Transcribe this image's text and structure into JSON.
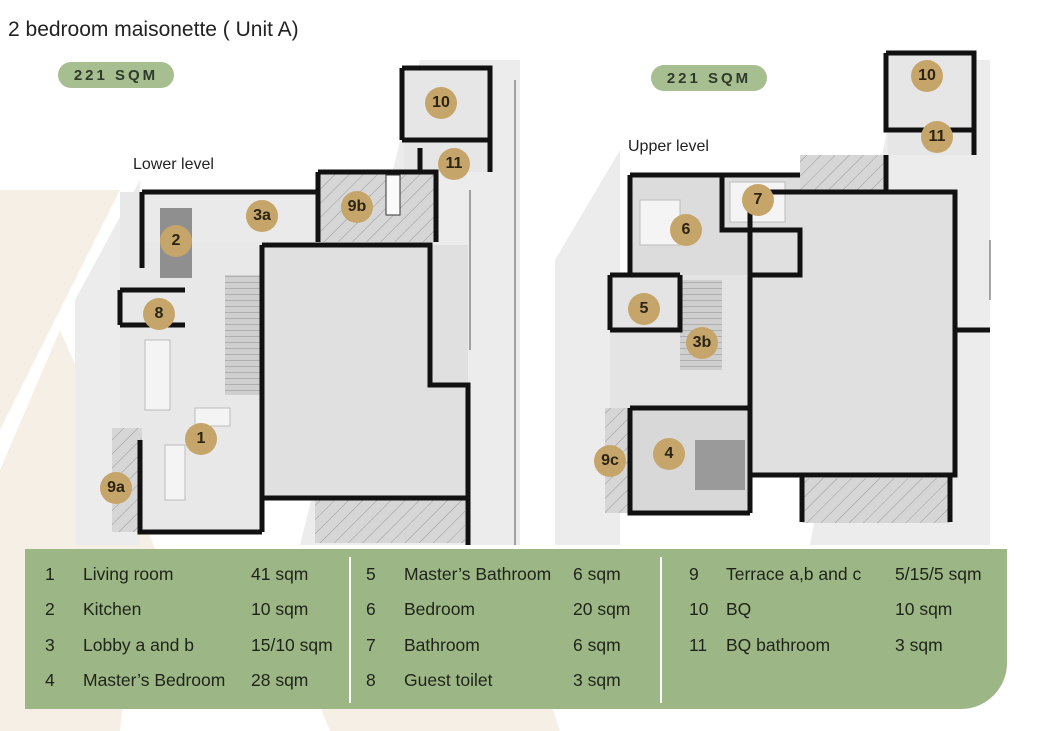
{
  "title": "2 bedroom maisonette ( Unit A)",
  "lower": {
    "area": "221 SQM",
    "label": "Lower level"
  },
  "upper": {
    "area": "221 SQM",
    "label": "Upper level"
  },
  "markers": {
    "lower": [
      "1",
      "2",
      "3a",
      "8",
      "9a",
      "9b",
      "10",
      "11"
    ],
    "upper": [
      "3b",
      "4",
      "5",
      "6",
      "7",
      "9c",
      "10",
      "11"
    ]
  },
  "legend": {
    "col1": [
      {
        "num": "1",
        "name": "Living room",
        "size": "41 sqm"
      },
      {
        "num": "2",
        "name": "Kitchen",
        "size": "10 sqm"
      },
      {
        "num": "3",
        "name": "Lobby a and b",
        "size": "15/10 sqm"
      },
      {
        "num": "4",
        "name": "Master’s Bedroom",
        "size": "28 sqm"
      }
    ],
    "col2": [
      {
        "num": "5",
        "name": "Master’s Bathroom",
        "size": "6 sqm"
      },
      {
        "num": "6",
        "name": "Bedroom",
        "size": "20 sqm"
      },
      {
        "num": "7",
        "name": "Bathroom",
        "size": "6 sqm"
      },
      {
        "num": "8",
        "name": "Guest toilet",
        "size": "3 sqm"
      }
    ],
    "col3": [
      {
        "num": "9",
        "name": "Terrace a,b and c",
        "size": "5/15/5 sqm"
      },
      {
        "num": "10",
        "name": "BQ",
        "size": "10 sqm"
      },
      {
        "num": "11",
        "name": "BQ bathroom",
        "size": "3 sqm"
      }
    ]
  },
  "colors": {
    "marker": "#c6a56a",
    "legend_bg": "#9db685",
    "pill": "#a7bf90",
    "wall": "#111111",
    "floor": "#e4e4e4",
    "watermark": "#f6efe6"
  }
}
